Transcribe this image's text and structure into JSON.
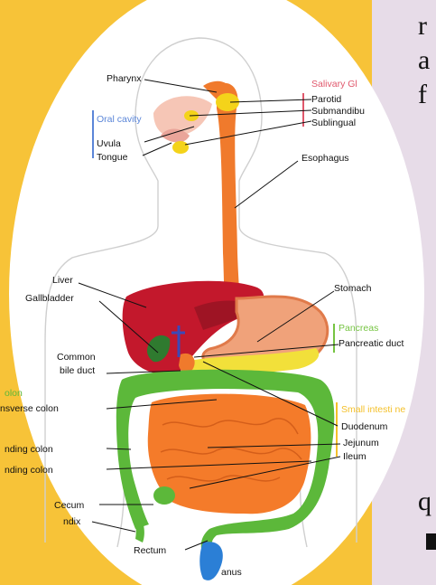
{
  "page": {
    "side_text": {
      "r": "r",
      "a": "a",
      "f": "f",
      "q": "q"
    },
    "colors": {
      "background": "#e7dce8",
      "panel": "#f7c338",
      "oval": "#ffffff"
    }
  },
  "diagram": {
    "groups": {
      "salivary": "Salivary Gl",
      "oral_cavity": "Oral cavity",
      "pancreas": "Pancreas",
      "colon": "olon",
      "small_intestine": "Small intesti ne"
    },
    "labels": {
      "pharynx": "Pharynx",
      "parotid": "Parotid",
      "submandibular": "Submandibu",
      "sublingual": "Sublingual",
      "uvula": "Uvula",
      "tongue": "Tongue",
      "esophagus": "Esophagus",
      "liver": "Liver",
      "gallbladder": "Gallbladder",
      "stomach": "Stomach",
      "common_bile_duct_1": "Common",
      "common_bile_duct_2": "bile duct",
      "pancreatic_duct": "Pancreatic duct",
      "transverse_colon": "nsverse colon",
      "ascending_colon": "nding colon",
      "descending_colon": "nding colon",
      "duodenum": "Duodenum",
      "jejunum": "Jejunum",
      "ileum": "Ileum",
      "cecum": "Cecum",
      "appendix": "ndix",
      "rectum": "Rectum",
      "anus": "anus"
    }
  }
}
